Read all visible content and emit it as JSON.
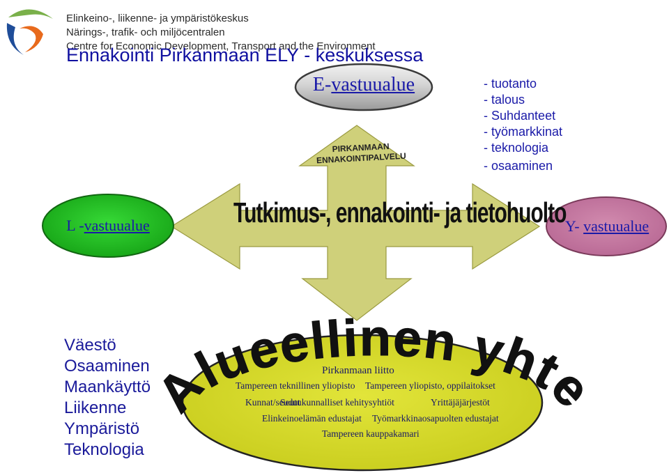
{
  "header": {
    "logo_lines": [
      "Elinkeino-, liikenne- ja ympäristökeskus",
      "Närings-, trafik- och miljöcentralen",
      "Centre for Economic Development, Transport and the Environment"
    ],
    "title": "Ennakointi Pirkanmaan ELY - keskuksessa"
  },
  "e_area": {
    "prefix": "E-",
    "label": "vastuualue",
    "topics": [
      "- tuotanto",
      "- talous",
      "- Suhdanteet",
      "- työmarkkinat",
      "- teknologia",
      "- osaaminen"
    ]
  },
  "l_area": {
    "prefix": "L -",
    "label": "vastuualue"
  },
  "y_area": {
    "prefix": "Y- ",
    "label": "vastuualue"
  },
  "service": {
    "line1": "PIRKANMAAN",
    "line2": "ENNAKOINTIPALVELU"
  },
  "center_heading": "Tutkimus-, ennakointi- ja tietohuolto",
  "left_topics": [
    "Väestö",
    "Osaaminen",
    "Maankäyttö",
    "Liikenne",
    "Ympäristö",
    "Teknologia"
  ],
  "regional": {
    "curved_text": "Alueellinen yhteistyö",
    "orgs": {
      "row1": "Pirkanmaan liitto",
      "row2a": "Tampereen teknillinen yliopisto",
      "row2b": "Tampereen yliopisto, oppilaitokset",
      "row3a": "Kunnat/seudut",
      "row3b": "Seutukunnalliset kehitysyhtiöt",
      "row3c": "Yrittäjäjärjestöt",
      "row4a": "Elinkeinoelämän edustajat",
      "row4b": "Työmarkkinaosapuolten edustajat",
      "row5": "Tampereen kauppakamari"
    }
  },
  "colors": {
    "title_blue": "#1010a0",
    "arrow_fill": "#cfd07a",
    "l_green": "#22bb22",
    "y_pink": "#c77aa0",
    "regional_yellow": "#d8dc2a"
  }
}
